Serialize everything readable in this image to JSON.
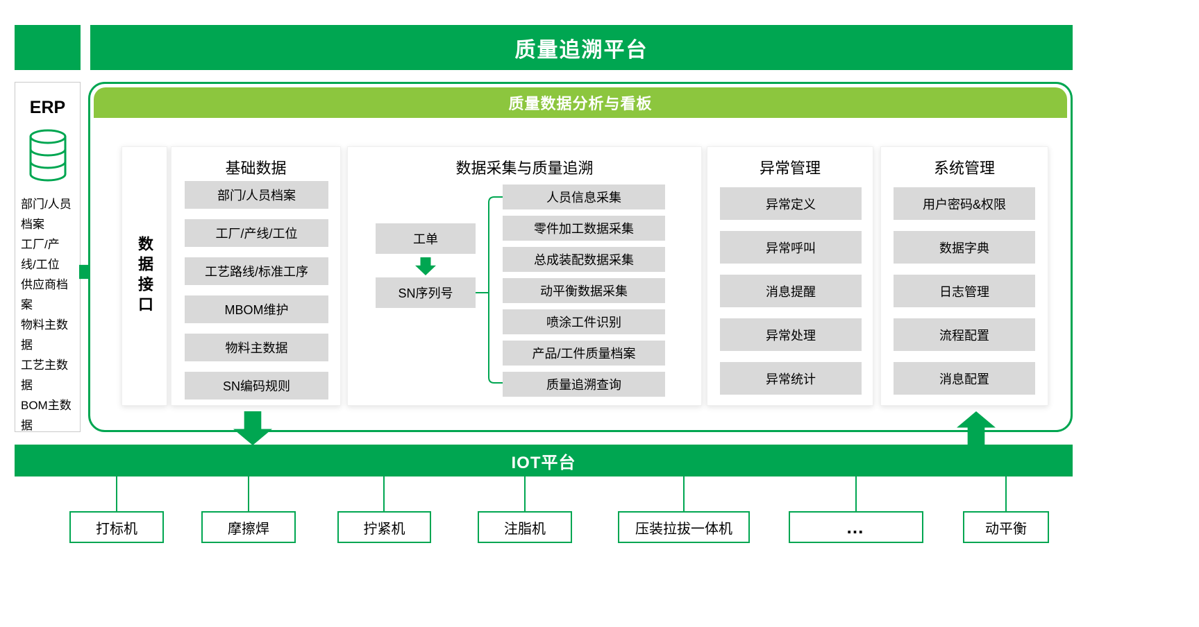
{
  "header": {
    "title": "质量追溯平台"
  },
  "erp": {
    "title": "ERP",
    "items": [
      "部门/人员档案",
      "工厂/产线/工位",
      "供应商档案",
      "物料主数据",
      "工艺主数据",
      "BOM主数据"
    ]
  },
  "platform": {
    "banner": "质量数据分析与看板",
    "data_interface": "数据接口",
    "basic": {
      "title": "基础数据",
      "items": [
        "部门/人员档案",
        "工厂/产线/工位",
        "工艺路线/标准工序",
        "MBOM维护",
        "物料主数据",
        "SN编码规则"
      ]
    },
    "collect": {
      "title": "数据采集与质量追溯",
      "work_order": "工单",
      "sn": "SN序列号",
      "items": [
        "人员信息采集",
        "零件加工数据采集",
        "总成装配数据采集",
        "动平衡数据采集",
        "喷涂工件识别",
        "产品/工件质量档案",
        "质量追溯查询"
      ]
    },
    "exception": {
      "title": "异常管理",
      "items": [
        "异常定义",
        "异常呼叫",
        "消息提醒",
        "异常处理",
        "异常统计"
      ]
    },
    "system": {
      "title": "系统管理",
      "items": [
        "用户密码&权限",
        "数据字典",
        "日志管理",
        "流程配置",
        "消息配置"
      ]
    }
  },
  "iot": {
    "title": "IOT平台"
  },
  "devices": [
    "打标机",
    "摩擦焊",
    "拧紧机",
    "注脂机",
    "压装拉拔一体机",
    "…",
    "动平衡"
  ],
  "colors": {
    "green": "#00A651",
    "light_green": "#8CC63E",
    "box_gray": "#D9D9D9"
  }
}
